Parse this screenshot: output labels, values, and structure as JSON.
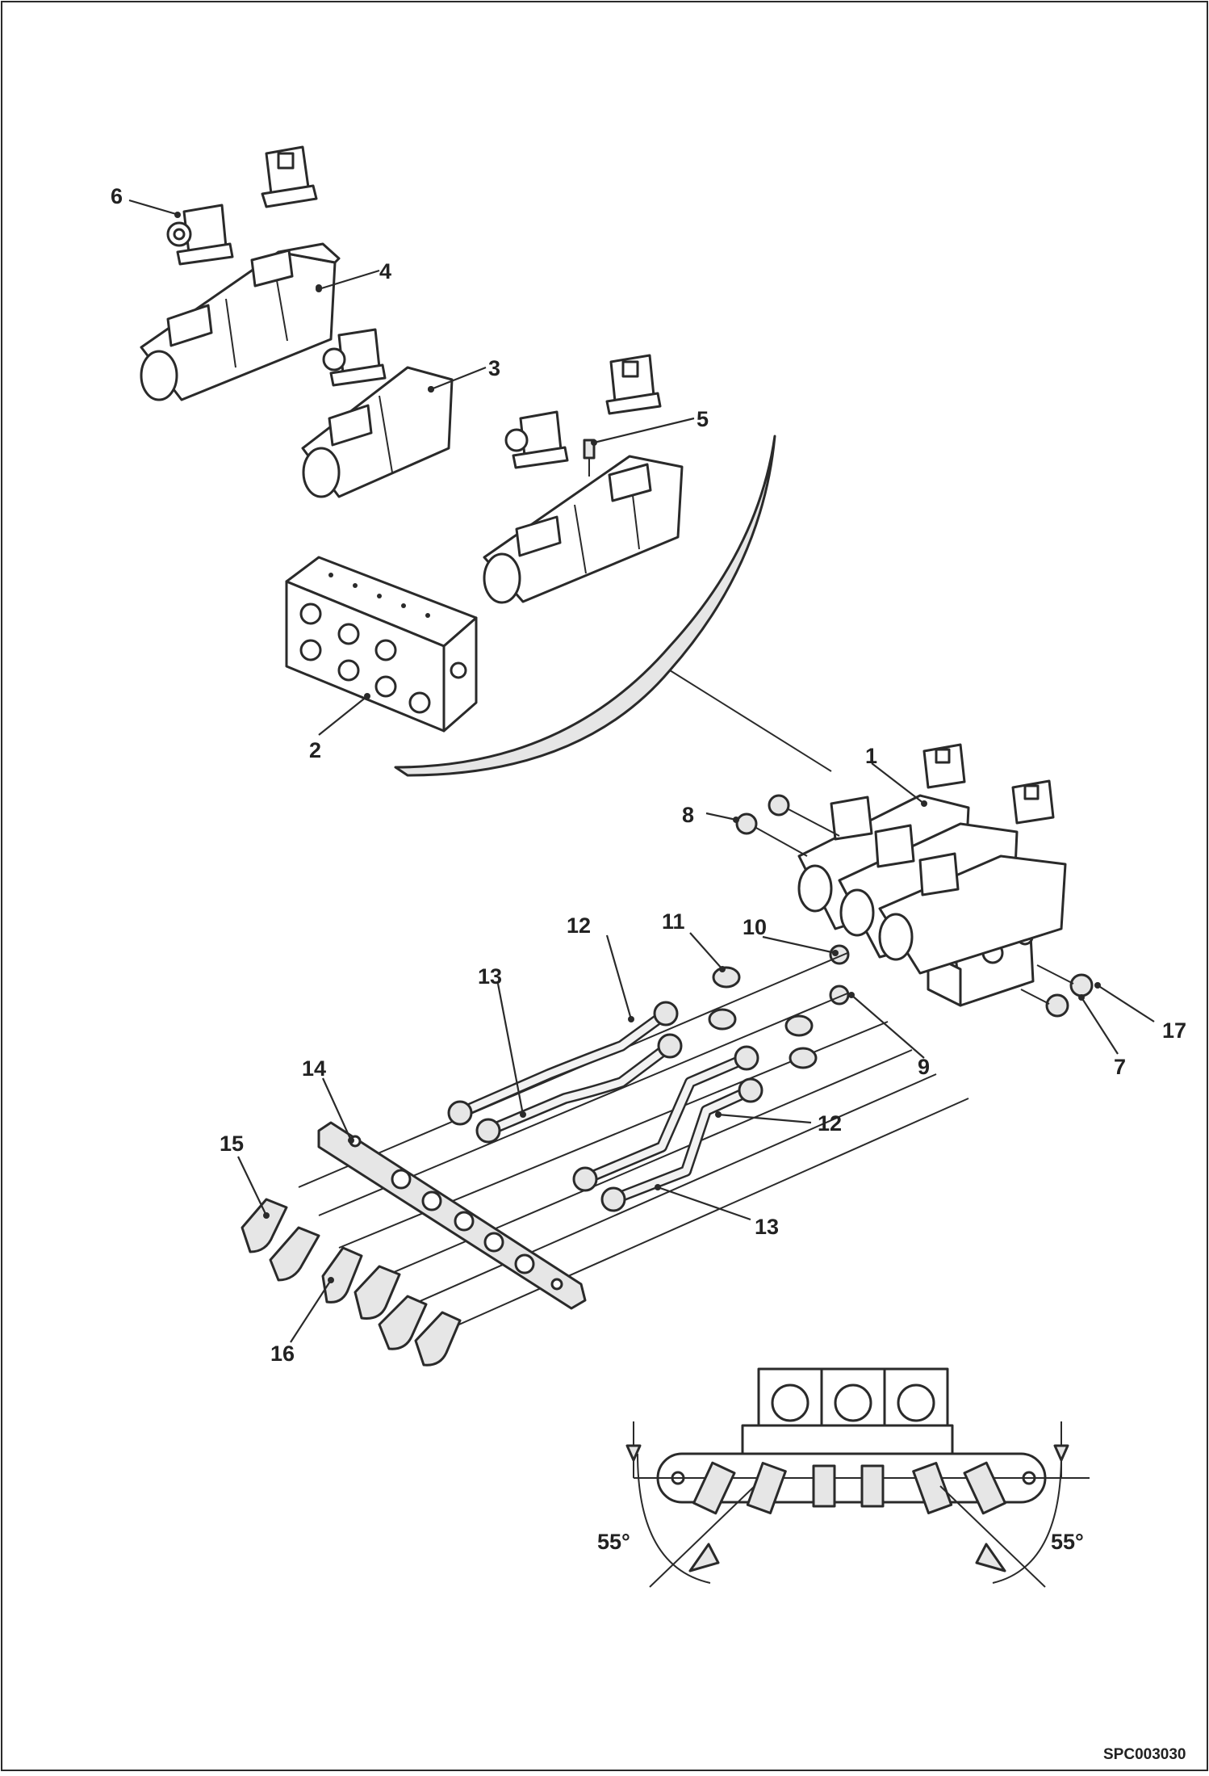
{
  "callouts": [
    {
      "id": "c1",
      "label": "1"
    },
    {
      "id": "c2",
      "label": "2"
    },
    {
      "id": "c3",
      "label": "3"
    },
    {
      "id": "c4",
      "label": "4"
    },
    {
      "id": "c5",
      "label": "5"
    },
    {
      "id": "c6",
      "label": "6"
    },
    {
      "id": "c7",
      "label": "7"
    },
    {
      "id": "c8",
      "label": "8"
    },
    {
      "id": "c9",
      "label": "9"
    },
    {
      "id": "c10",
      "label": "10"
    },
    {
      "id": "c11",
      "label": "11"
    },
    {
      "id": "c12a",
      "label": "12"
    },
    {
      "id": "c12b",
      "label": "12"
    },
    {
      "id": "c13a",
      "label": "13"
    },
    {
      "id": "c13b",
      "label": "13"
    },
    {
      "id": "c14",
      "label": "14"
    },
    {
      "id": "c15",
      "label": "15"
    },
    {
      "id": "c16",
      "label": "16"
    },
    {
      "id": "c17",
      "label": "17"
    }
  ],
  "angles": {
    "left": "55°",
    "right": "55°"
  },
  "document_code": "SPC003030"
}
